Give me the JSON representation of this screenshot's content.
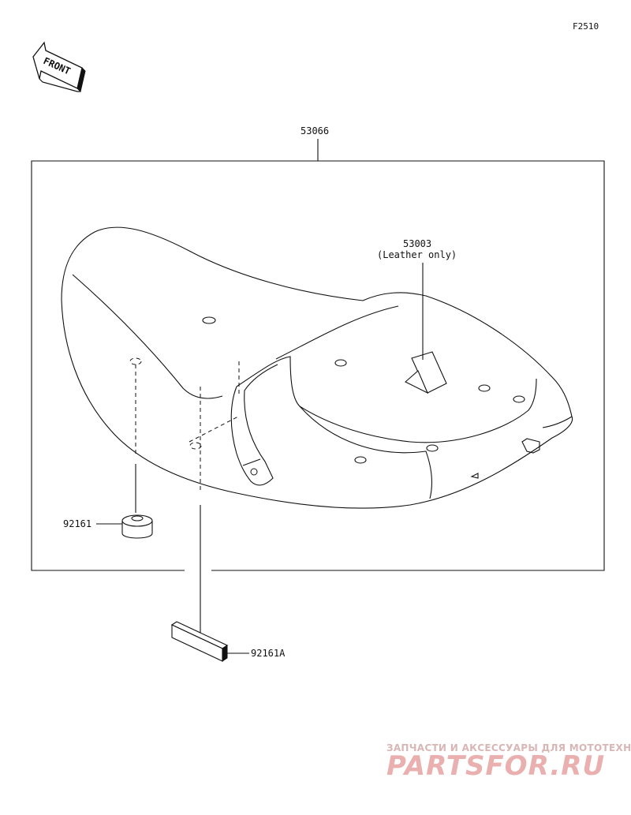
{
  "figure_code": "F2510",
  "front_arrow_text": "FRONT",
  "parts": {
    "seat_assembly": "53066",
    "cover_part": "53003",
    "cover_note": "(Leather only)",
    "damper": "92161",
    "damper_a": "92161A"
  },
  "watermark": {
    "line1": "ЗАПЧАСТИ И АКСЕССУАРЫ ДЛЯ МОТОТЕХНИКИ",
    "line2": "PARTSFOR.RU"
  }
}
